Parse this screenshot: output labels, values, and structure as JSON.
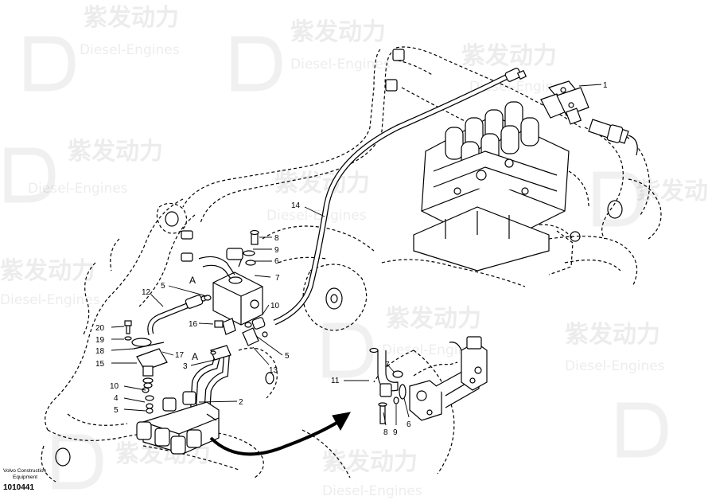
{
  "callouts": {
    "c1": "1",
    "c2": "2",
    "c3": "3",
    "c4": "4",
    "c5a": "5",
    "c5b": "5",
    "c5c": "5",
    "c6a": "6",
    "c6b": "6",
    "c7a": "7",
    "c7b": "7",
    "c8a": "8",
    "c8b": "8",
    "c9a": "9",
    "c9b": "9",
    "c10a": "10",
    "c10b": "10",
    "c11": "11",
    "c12": "12",
    "c13": "13",
    "c14": "14",
    "c15": "15",
    "c16": "16",
    "c17": "17",
    "c18": "18",
    "c19": "19",
    "c20": "20"
  },
  "section_labels": {
    "upper": "A",
    "lower": "A"
  },
  "footer": {
    "brand_line1": "Volvo Construction",
    "brand_line2": "Equipment",
    "drawing_number": "1010441"
  },
  "watermark": {
    "cn": "紫发动力",
    "en": "Diesel-Engines"
  },
  "colors": {
    "ink": "#000000",
    "background": "#ffffff",
    "watermark": "#000000"
  }
}
